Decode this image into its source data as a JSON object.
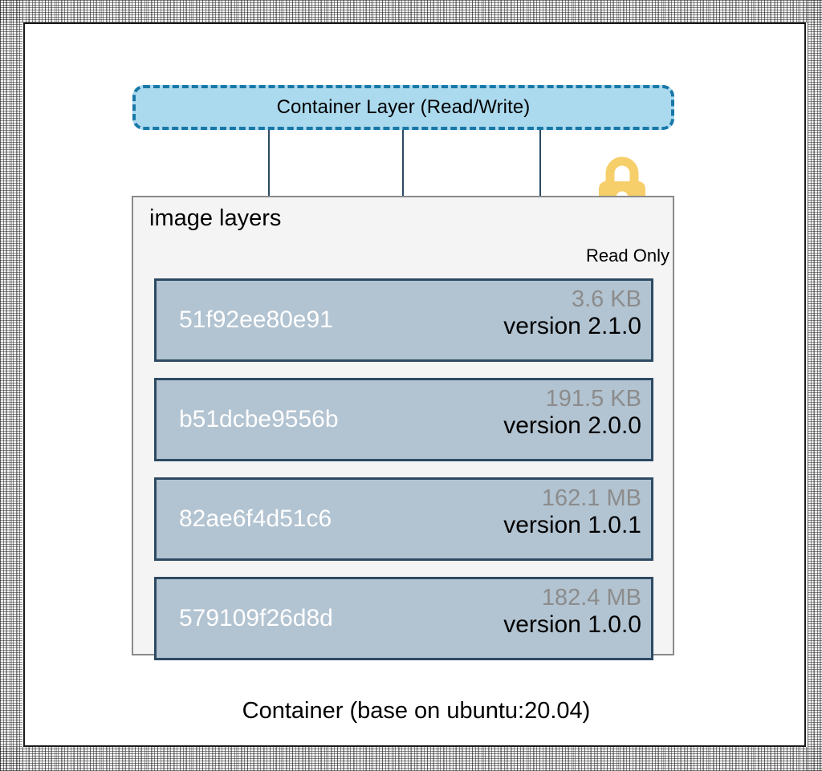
{
  "diagram": {
    "container_layer": {
      "label": "Container Layer (Read/Write)",
      "fill_color": "#abd9ee",
      "border_color": "#1878a8"
    },
    "arrows": {
      "count": 3,
      "color": "#2b4a63"
    },
    "image_layers_panel": {
      "title": "image layers",
      "read_only_label": "Read Only",
      "lock_icon": "lock-icon",
      "lock_color": "#f6cf6a",
      "panel_fill": "#f4f4f4",
      "panel_border": "#8a8a8a",
      "layer_fill": "#b2c3d1",
      "layer_border": "#2e4a63",
      "layers": [
        {
          "hash": "51f92ee80e91",
          "size": "3.6 KB",
          "version": "version 2.1.0"
        },
        {
          "hash": "b51dcbe9556b",
          "size": "191.5 KB",
          "version": "version 2.0.0"
        },
        {
          "hash": "82ae6f4d51c6",
          "size": "162.1 MB",
          "version": "version 1.0.1"
        },
        {
          "hash": "579109f26d8d",
          "size": "182.4 MB",
          "version": "version 1.0.0"
        }
      ]
    },
    "caption": "Container (base on ubuntu:20.04)"
  }
}
